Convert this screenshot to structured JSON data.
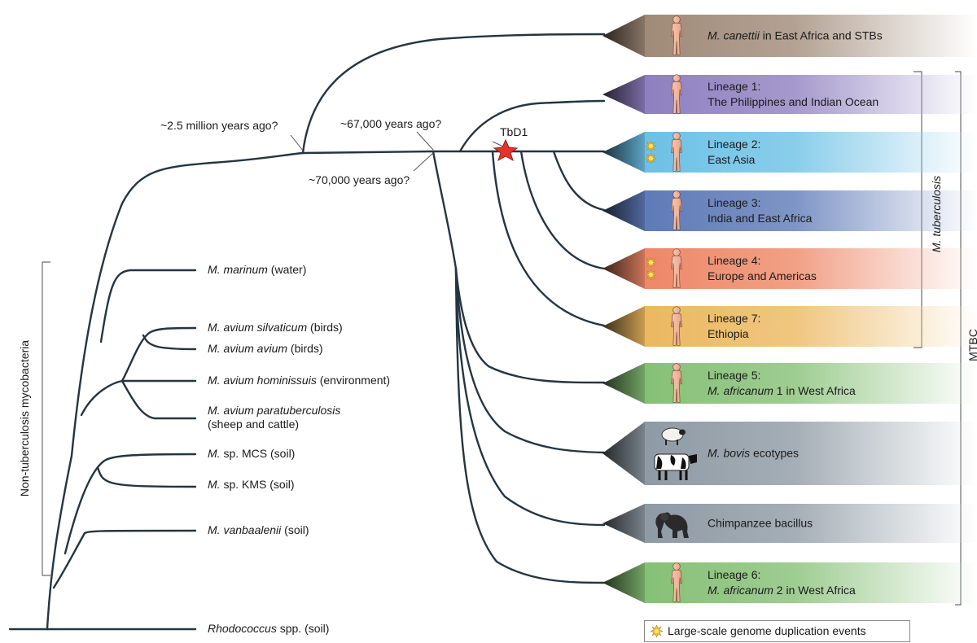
{
  "time_labels": {
    "t1": "~2.5 million years ago?",
    "t2": "~67,000 years ago?",
    "t3": "~70,000 years ago?",
    "marker": "TbD1"
  },
  "species": [
    {
      "italic": "M. marinum",
      "rest": " (water)"
    },
    {
      "italic": "M. avium silvaticum",
      "rest": " (birds)"
    },
    {
      "italic": "M. avium avium",
      "rest": " (birds)"
    },
    {
      "italic": "M. avium hominissuis",
      "rest": " (environment)"
    },
    {
      "italic": "M. avium paratuberculosis",
      "rest": "",
      "line2": "(sheep and cattle)"
    },
    {
      "italic": "M.",
      "rest": " sp. MCS (soil)"
    },
    {
      "italic": "M.",
      "rest": " sp. KMS (soil)"
    },
    {
      "italic": "M. vanbaalenii",
      "rest": " (soil)"
    },
    {
      "italic": "Rhodococcus",
      "rest": " spp. (soil)"
    }
  ],
  "lineages": [
    {
      "line1_italic": "M. canettii",
      "line1_rest": " in East Africa and STBs",
      "line2": "",
      "line2_italic": "",
      "line2_rest": "",
      "color": "#a08a78"
    },
    {
      "line1_italic": "",
      "line1_rest": "Lineage 1:",
      "line2": "The Philippines and Indian Ocean",
      "line2_italic": "",
      "line2_rest": "",
      "color": "#8e80c0"
    },
    {
      "line1_italic": "",
      "line1_rest": "Lineage 2:",
      "line2": "East Asia",
      "line2_italic": "",
      "line2_rest": "",
      "color": "#6cc1e6"
    },
    {
      "line1_italic": "",
      "line1_rest": "Lineage 3:",
      "line2": "India and East Africa",
      "line2_italic": "",
      "line2_rest": "",
      "color": "#5e7ab8"
    },
    {
      "line1_italic": "",
      "line1_rest": "Lineage 4:",
      "line2": "Europe and Americas",
      "line2_italic": "",
      "line2_rest": "",
      "color": "#ee8868"
    },
    {
      "line1_italic": "",
      "line1_rest": "Lineage 7:",
      "line2": "Ethiopia",
      "line2_italic": "",
      "line2_rest": "",
      "color": "#ecb860"
    },
    {
      "line1_italic": "",
      "line1_rest": "Lineage 5:",
      "line2": "",
      "line2_italic": "M. africanum",
      "line2_rest": " 1 in West Africa",
      "color": "#86c076"
    },
    {
      "line1_italic": "M. bovis",
      "line1_rest": " ecotypes",
      "line2": "",
      "line2_italic": "",
      "line2_rest": "",
      "color": "#8e9aa4"
    },
    {
      "line1_italic": "",
      "line1_rest": "Chimpanzee bacillus",
      "line2": "",
      "line2_italic": "",
      "line2_rest": "",
      "color": "#8e9aa4"
    },
    {
      "line1_italic": "",
      "line1_rest": "Lineage 6:",
      "line2": "",
      "line2_italic": "M. africanum",
      "line2_rest": " 2 in West Africa",
      "color": "#86c076"
    }
  ],
  "brackets": {
    "ntm": "Non-tuberculosis mycobacteria",
    "mtb": "M. tuberculosis",
    "mtbc": "MTBC"
  },
  "legend": {
    "text": "Large-scale genome duplication events",
    "icon": "sun-icon"
  },
  "icons": {
    "human": "human-figure-icon",
    "sheep": "sheep-icon",
    "cow": "cow-icon",
    "chimp": "chimpanzee-icon",
    "star": "star-icon"
  }
}
